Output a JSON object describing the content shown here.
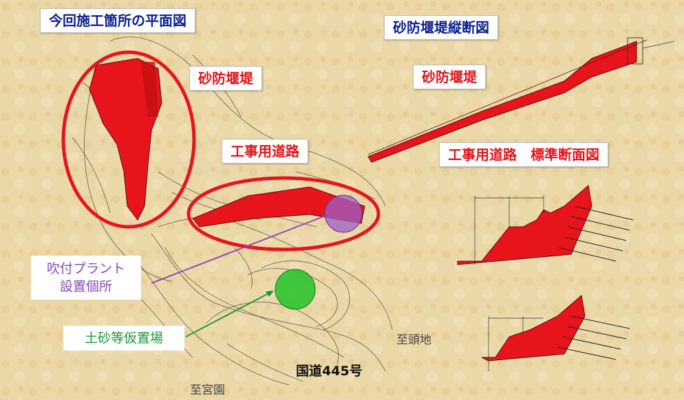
{
  "titles": {
    "plan_view": "今回施工箇所の平面図",
    "longitudinal_section": "砂防堰堤縦断図"
  },
  "labels": {
    "dam_plan": "砂防堰堤",
    "dam_section": "砂防堰堤",
    "construction_road": "工事用道路",
    "road_standard_section": "工事用道路　標準断面図"
  },
  "callouts": {
    "spray_plant_line1": "吹付プラント",
    "spray_plant_line2": "設置個所",
    "soil_storage": "土砂等仮置場"
  },
  "place_names": {
    "to_zuchi": "至頭地",
    "national_route": "国道445号",
    "to_miyazono": "至宮園"
  },
  "colors": {
    "background": "#ead7a6",
    "title_text": "#0a1f8f",
    "label_text": "#e0151b",
    "highlight_red": "#e8141b",
    "plant_purple": "#9d5fc9",
    "plant_text": "#8a4ab8",
    "storage_green": "#22c22a",
    "storage_text": "#1a9a36"
  }
}
